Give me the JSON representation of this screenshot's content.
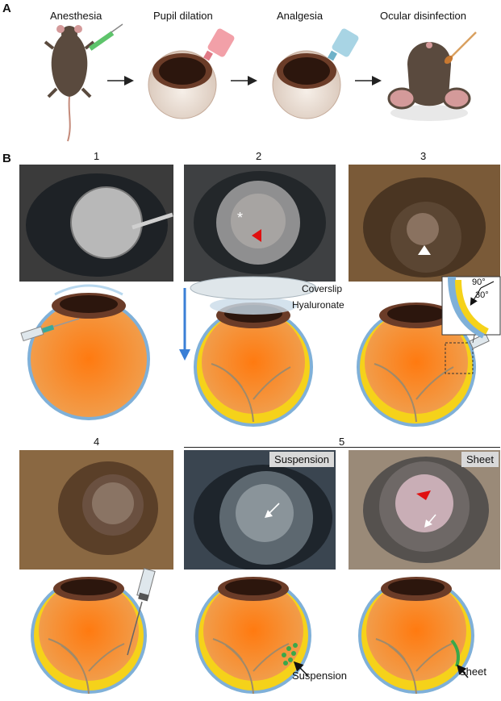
{
  "panel_a": {
    "letter": "A",
    "steps": [
      "Anesthesia",
      "Pupil dilation",
      "Analgesia",
      "Ocular disinfection"
    ]
  },
  "panel_b": {
    "letter": "B",
    "numbers": [
      "1",
      "2",
      "3",
      "4",
      "5"
    ],
    "tags": {
      "suspension": "Suspension",
      "sheet": "Sheet"
    },
    "labels": {
      "coverslip": "Coverslip",
      "hyaluronate": "Hyaluronate",
      "angle_90": "90°",
      "angle_30": "30°",
      "suspension": "Suspension",
      "sheet": "Sheet"
    },
    "symbols": {
      "asterisk": "*"
    }
  },
  "colors": {
    "orange": "#f08a2a",
    "yellow": "#f5d21a",
    "red_marker": "#e01010",
    "arrow_blue": "#3a7fd6"
  }
}
